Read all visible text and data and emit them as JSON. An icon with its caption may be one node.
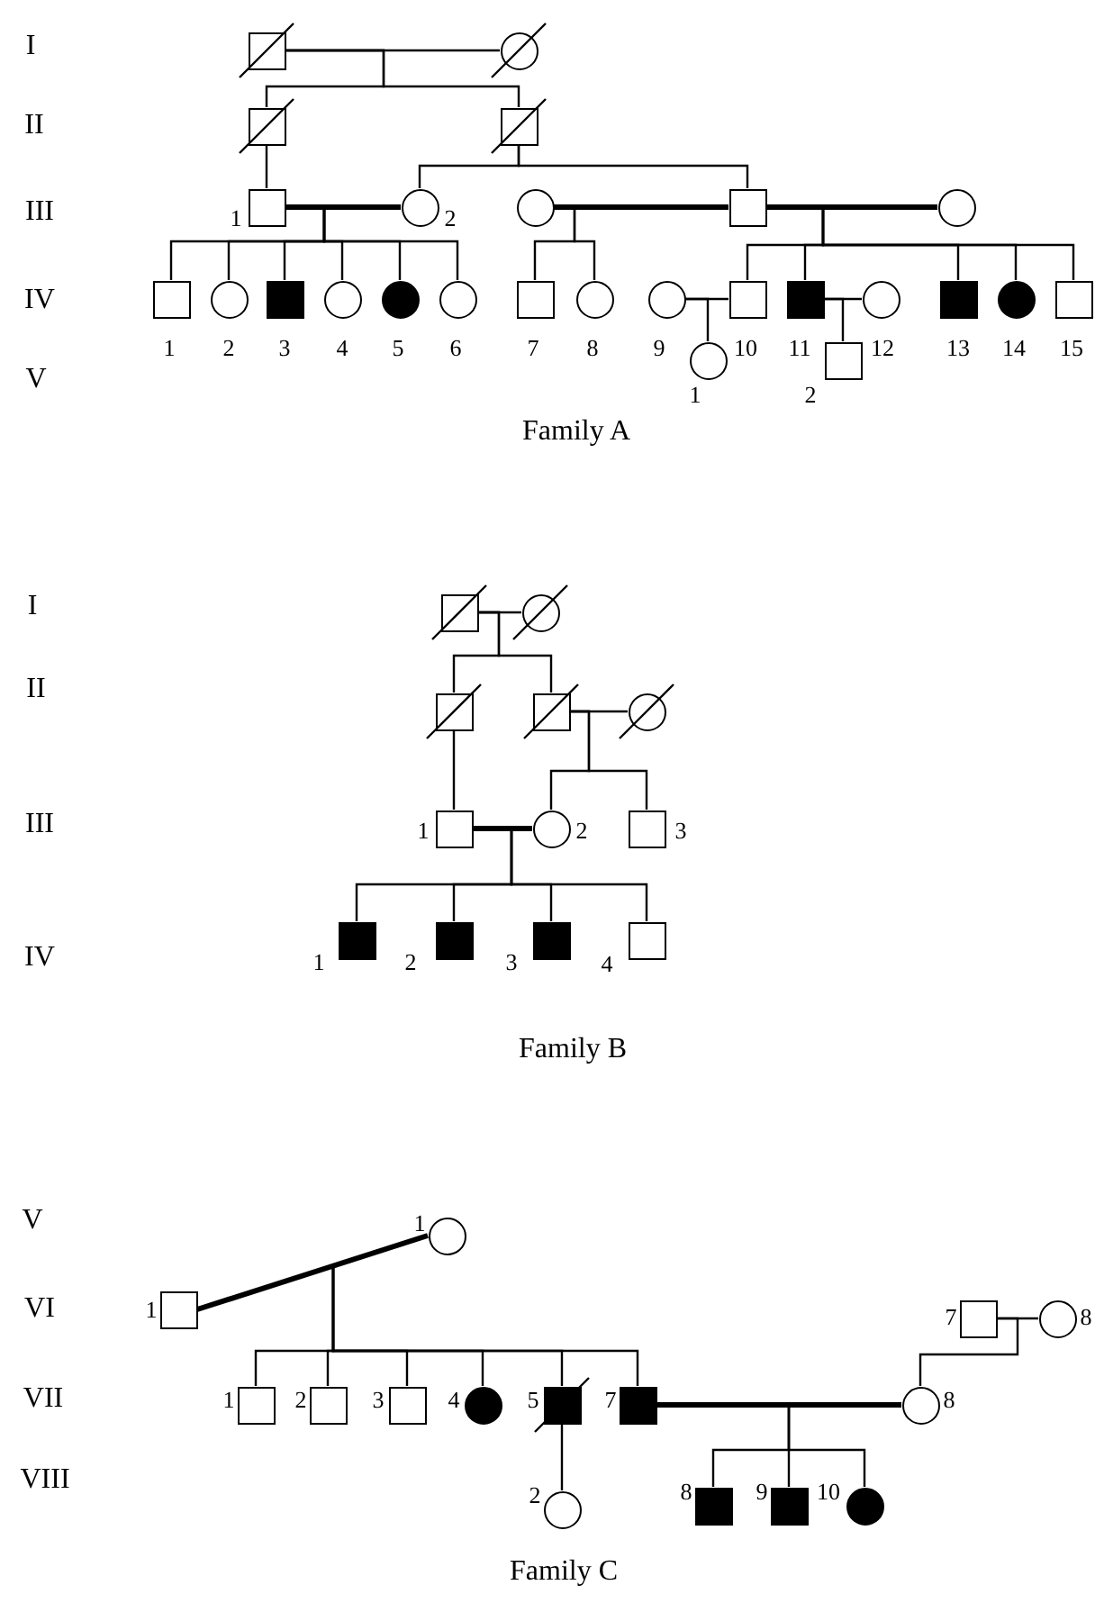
{
  "diagram": {
    "nodes": [
      {
        "text": [],
        "shape": "crossed-box"
      },
      {
        "text": [],
        "shape": "crossed-circle"
      },
      {
        "text": [],
        "shape": "crossed-box"
      },
      {
        "text": [],
        "shape": "crossed-box"
      },
      {
        "text": [],
        "shape": "box",
        "beside": [
          "1"
        ]
      },
      {
        "text": [],
        "shape": "circle",
        "beside": [
          "2"
        ]
      },
      {
        "text": [],
        "shape": "circle"
      },
      {
        "text": [],
        "shape": "box"
      },
      {
        "text": [],
        "shape": "circle"
      },
      {
        "text": [],
        "shape": "box",
        "beside": [
          "1"
        ]
      },
      {
        "text": [],
        "shape": "circle",
        "beside": [
          "2"
        ]
      },
      {
        "text": [],
        "shape": "filled-box",
        "beside": [
          "3"
        ]
      },
      {
        "text": [],
        "shape": "circle",
        "beside": [
          "4"
        ]
      },
      {
        "text": [],
        "shape": "filled-circle",
        "beside": [
          "5"
        ]
      },
      {
        "text": [],
        "shape": "circle",
        "beside": [
          "6"
        ]
      },
      {
        "text": [],
        "shape": "box",
        "beside": [
          "7"
        ]
      },
      {
        "text": [],
        "shape": "circle",
        "beside": [
          "8"
        ]
      },
      {
        "text": [],
        "shape": "circle",
        "beside": [
          "9"
        ]
      },
      {
        "text": [],
        "shape": "box",
        "beside": [
          "10"
        ]
      },
      {
        "text": [],
        "shape": "filled-box",
        "beside": [
          "11"
        ]
      },
      {
        "text": [],
        "shape": "circle",
        "beside": [
          "12"
        ]
      },
      {
        "text": [],
        "shape": "filled-box",
        "beside": [
          "13"
        ]
      },
      {
        "text": [],
        "shape": "filled-circle",
        "beside": [
          "14"
        ]
      },
      {
        "text": [],
        "shape": "box",
        "beside": [
          "15"
        ]
      },
      {
        "text": [],
        "shape": "circle",
        "beside": [
          "1"
        ]
      },
      {
        "text": [],
        "shape": "box",
        "beside": [
          "2"
        ]
      },
      {
        "text": [],
        "shape": "crossed-box"
      },
      {
        "text": [],
        "shape": "crossed-circle"
      },
      {
        "text": [],
        "shape": "crossed-box"
      },
      {
        "text": [],
        "shape": "crossed-box"
      },
      {
        "text": [],
        "shape": "crossed-circle"
      },
      {
        "text": [],
        "shape": "box",
        "beside": [
          "1"
        ]
      },
      {
        "text": [],
        "shape": "circle",
        "beside": [
          "2"
        ]
      },
      {
        "text": [],
        "shape": "box",
        "beside": [
          "3"
        ]
      },
      {
        "text": [],
        "shape": "filled-box",
        "beside": [
          "1"
        ]
      },
      {
        "text": [],
        "shape": "filled-box",
        "beside": [
          "2"
        ]
      },
      {
        "text": [],
        "shape": "filled-box",
        "beside": [
          "3"
        ]
      },
      {
        "text": [],
        "shape": "box",
        "beside": [
          "4"
        ]
      },
      {
        "text": [],
        "shape": "circle",
        "beside": [
          "1"
        ]
      },
      {
        "text": [],
        "shape": "box",
        "beside": [
          "1"
        ]
      },
      {
        "text": [],
        "shape": "box",
        "beside": [
          "7"
        ]
      },
      {
        "text": [],
        "shape": "circle",
        "beside": [
          "8"
        ]
      },
      {
        "text": [],
        "shape": "box",
        "beside": [
          "1"
        ]
      },
      {
        "text": [],
        "shape": "box",
        "beside": [
          "2"
        ]
      },
      {
        "text": [],
        "shape": "box",
        "beside": [
          "3"
        ]
      },
      {
        "text": [],
        "shape": "filled-circle",
        "beside": [
          "4"
        ]
      },
      {
        "text": [],
        "shape": "filled-crossed-box",
        "beside": [
          "5"
        ]
      },
      {
        "text": [],
        "shape": "filled-box",
        "beside": [
          "7"
        ]
      },
      {
        "text": [],
        "shape": "circle",
        "beside": [
          "8"
        ]
      },
      {
        "text": [],
        "shape": "circle",
        "beside": [
          "2"
        ]
      },
      {
        "text": [],
        "shape": "filled-box",
        "beside": [
          "8"
        ]
      },
      {
        "text": [],
        "shape": "filled-box",
        "beside": [
          "9"
        ]
      },
      {
        "text": [],
        "shape": "filled-circle",
        "beside": [
          "10"
        ]
      }
    ],
    "edges": [
      {
        "from": 0,
        "to": 1,
        "arrow": "none"
      },
      {
        "from": 0,
        "to": 2,
        "arrow": "none"
      },
      {
        "from": 0,
        "to": 3,
        "arrow": "none"
      },
      {
        "from": 2,
        "to": 4,
        "arrow": "none"
      },
      {
        "from": 3,
        "to": 5,
        "arrow": "none"
      },
      {
        "from": 3,
        "to": 7,
        "arrow": "none"
      },
      {
        "from": 4,
        "to": 5,
        "arrow": "none",
        "style": "thick"
      },
      {
        "from": 4,
        "to": 9,
        "arrow": "none"
      },
      {
        "from": 4,
        "to": 10,
        "arrow": "none"
      },
      {
        "from": 4,
        "to": 11,
        "arrow": "none"
      },
      {
        "from": 4,
        "to": 12,
        "arrow": "none"
      },
      {
        "from": 4,
        "to": 13,
        "arrow": "none"
      },
      {
        "from": 4,
        "to": 14,
        "arrow": "none"
      },
      {
        "from": 6,
        "to": 7,
        "arrow": "none",
        "style": "thick"
      },
      {
        "from": 7,
        "to": 8,
        "arrow": "none",
        "style": "thick"
      },
      {
        "from": 6,
        "to": 15,
        "arrow": "none"
      },
      {
        "from": 6,
        "to": 16,
        "arrow": "none"
      },
      {
        "from": 7,
        "to": 18,
        "arrow": "none"
      },
      {
        "from": 7,
        "to": 19,
        "arrow": "none"
      },
      {
        "from": 7,
        "to": 21,
        "arrow": "none"
      },
      {
        "from": 7,
        "to": 22,
        "arrow": "none"
      },
      {
        "from": 7,
        "to": 23,
        "arrow": "none"
      },
      {
        "from": 17,
        "to": 18,
        "arrow": "none"
      },
      {
        "from": 19,
        "to": 20,
        "arrow": "none"
      },
      {
        "from": 17,
        "to": 24,
        "arrow": "none"
      },
      {
        "from": 19,
        "to": 25,
        "arrow": "none"
      },
      {
        "from": 26,
        "to": 27,
        "arrow": "none"
      },
      {
        "from": 26,
        "to": 28,
        "arrow": "none"
      },
      {
        "from": 26,
        "to": 29,
        "arrow": "none"
      },
      {
        "from": 29,
        "to": 30,
        "arrow": "none"
      },
      {
        "from": 28,
        "to": 31,
        "arrow": "none"
      },
      {
        "from": 29,
        "to": 32,
        "arrow": "none"
      },
      {
        "from": 29,
        "to": 33,
        "arrow": "none"
      },
      {
        "from": 31,
        "to": 32,
        "arrow": "none",
        "style": "thick"
      },
      {
        "from": 31,
        "to": 34,
        "arrow": "none"
      },
      {
        "from": 31,
        "to": 35,
        "arrow": "none"
      },
      {
        "from": 31,
        "to": 36,
        "arrow": "none"
      },
      {
        "from": 31,
        "to": 37,
        "arrow": "none"
      },
      {
        "from": 39,
        "to": 38,
        "arrow": "none",
        "style": "thick"
      },
      {
        "from": 39,
        "to": 42,
        "arrow": "none"
      },
      {
        "from": 39,
        "to": 43,
        "arrow": "none"
      },
      {
        "from": 39,
        "to": 44,
        "arrow": "none"
      },
      {
        "from": 39,
        "to": 45,
        "arrow": "none"
      },
      {
        "from": 39,
        "to": 46,
        "arrow": "none"
      },
      {
        "from": 39,
        "to": 47,
        "arrow": "none"
      },
      {
        "from": 40,
        "to": 41,
        "arrow": "none"
      },
      {
        "from": 40,
        "to": 48,
        "arrow": "none"
      },
      {
        "from": 47,
        "to": 48,
        "arrow": "none",
        "style": "thick"
      },
      {
        "from": 47,
        "to": 50,
        "arrow": "none"
      },
      {
        "from": 47,
        "to": 51,
        "arrow": "none"
      },
      {
        "from": 47,
        "to": 52,
        "arrow": "none"
      },
      {
        "from": 46,
        "to": 49,
        "arrow": "none"
      }
    ],
    "labels": [
      "I",
      "II",
      "III",
      "IV",
      "V",
      "Family A",
      "I",
      "II",
      "III",
      "IV",
      "Family B",
      "V",
      "VI",
      "VII",
      "VIII",
      "Family C"
    ]
  }
}
